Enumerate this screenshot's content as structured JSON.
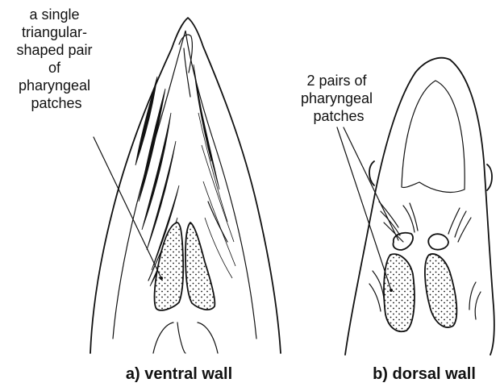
{
  "panels": [
    {
      "caption": "a) ventral wall",
      "label_lines": [
        "a single",
        "triangular-",
        "shaped pair",
        "of",
        "pharyngeal",
        "patches"
      ]
    },
    {
      "caption": "b) dorsal wall",
      "label_lines": [
        "2 pairs of",
        "pharyngeal",
        "patches"
      ]
    }
  ],
  "colors": {
    "line": "#111111",
    "background": "#ffffff"
  }
}
